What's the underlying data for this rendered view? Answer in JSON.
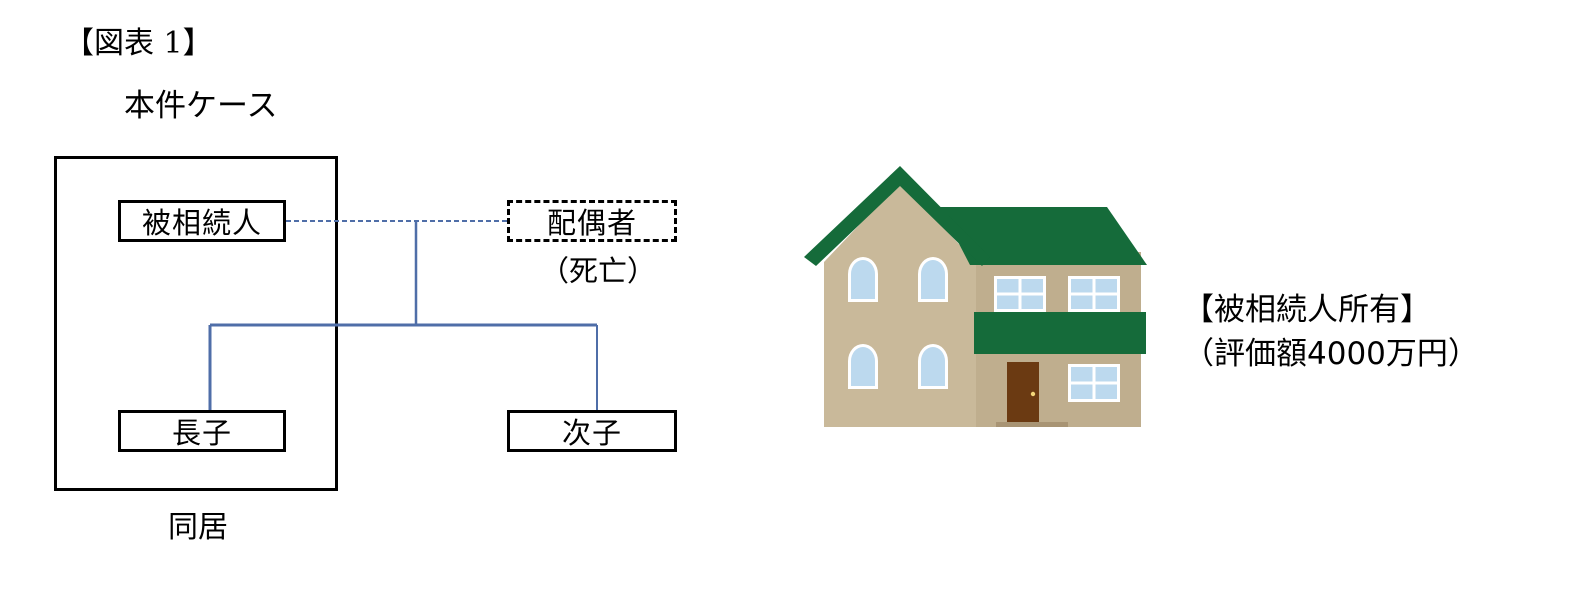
{
  "figure_label": "【図表 1】",
  "case_title": "本件ケース",
  "people": {
    "decedent": "被相続人",
    "spouse": "配偶者",
    "spouse_status": "（死亡）",
    "first_son": "長子",
    "second_son": "次子"
  },
  "cohabitation_label": "同居",
  "property": {
    "owner_line": "【被相続人所有】",
    "value_line": "（評価額4000万円）"
  },
  "colors": {
    "line_blue": "#4f6ea8",
    "roof_green": "#156b3a",
    "wall_beige": "#c9b99a",
    "door_brown": "#6b3a12"
  }
}
